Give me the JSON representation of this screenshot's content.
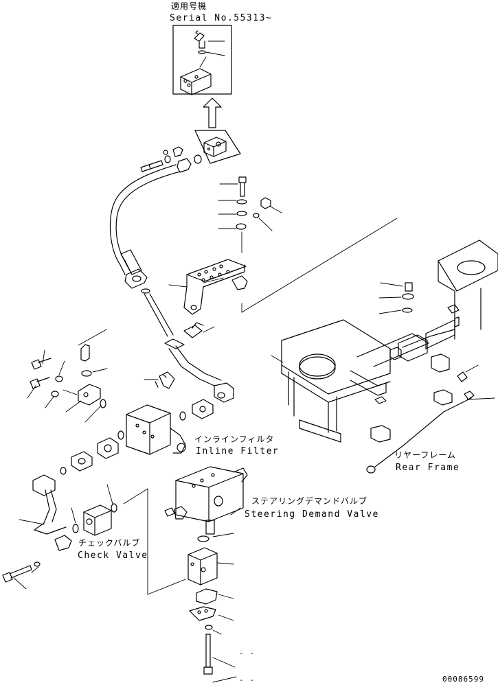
{
  "header_note": {
    "jp": "適用号機",
    "serial": "Serial No.55313~"
  },
  "labels": {
    "inline_filter_jp": "インラインフィルタ",
    "inline_filter_en": "Inline Filter",
    "rear_frame_jp": "リヤーフレーム",
    "rear_frame_en": "Rear Frame",
    "steering_valve_jp": "ステアリングデマンドバルブ",
    "steering_valve_en": "Steering Demand Valve",
    "check_valve_jp": "チェックバルブ",
    "check_valve_en": "Check Valve"
  },
  "stub_labels": {
    "a": "- -",
    "b": "- -"
  },
  "drawing_number": "00086599"
}
